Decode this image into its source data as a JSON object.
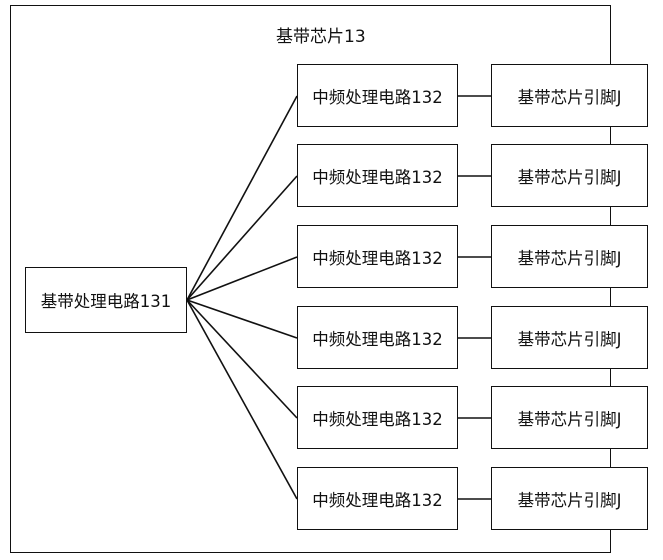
{
  "chip": {
    "title": "基带芯片13",
    "baseband_circuit": "基带处理电路131",
    "if_circuits": [
      "中频处理电路132",
      "中频处理电路132",
      "中频处理电路132",
      "中频处理电路132",
      "中频处理电路132",
      "中频处理电路132"
    ],
    "pins": [
      "基带芯片引脚J",
      "基带芯片引脚J",
      "基带芯片引脚J",
      "基带芯片引脚J",
      "基带芯片引脚J",
      "基带芯片引脚J"
    ]
  }
}
